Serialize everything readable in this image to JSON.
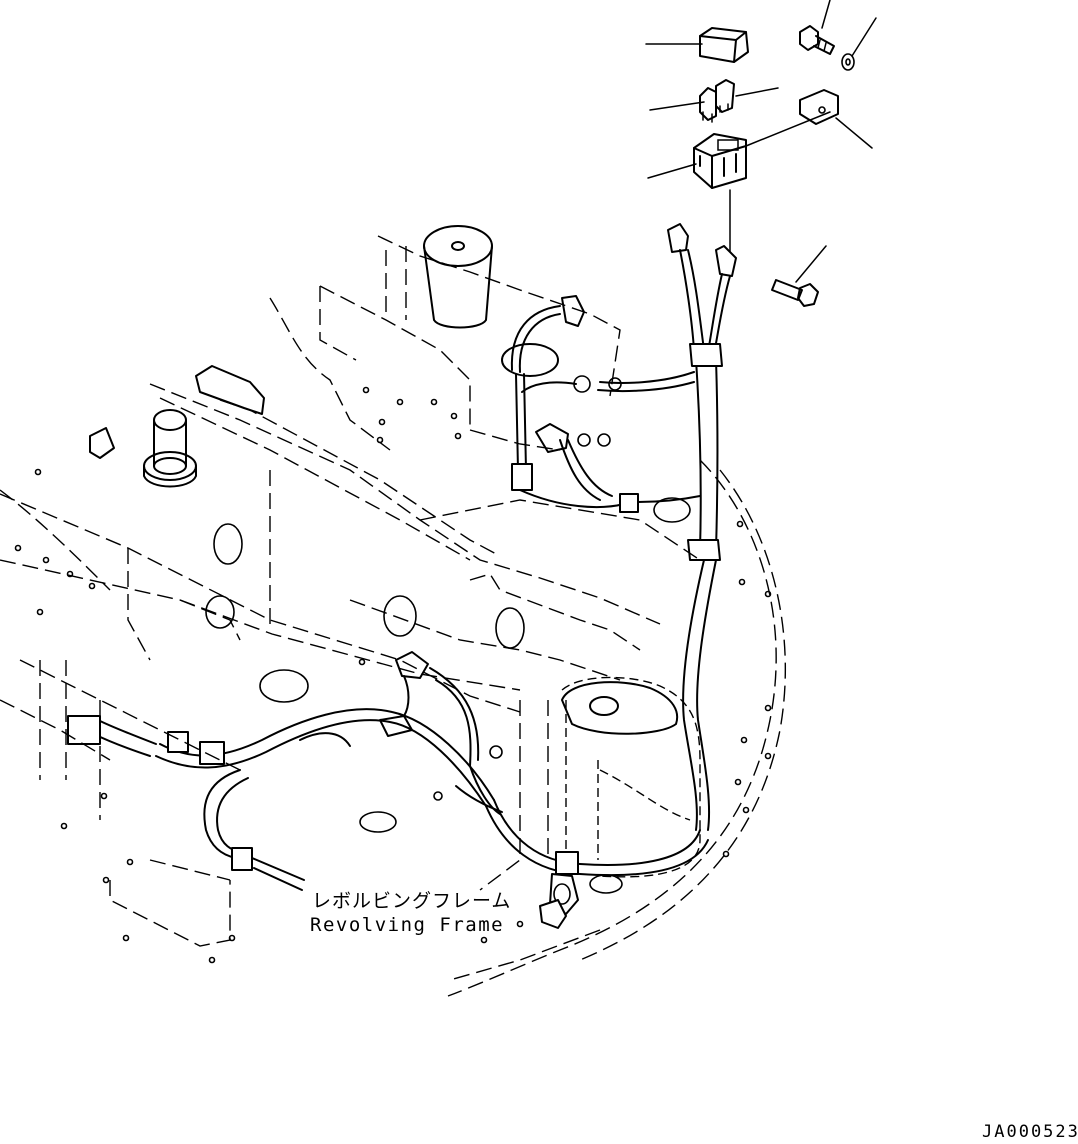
{
  "labels": {
    "frame_japanese": "レボルビングフレーム",
    "frame_english": "Revolving Frame",
    "drawing_number": "JA000523"
  }
}
